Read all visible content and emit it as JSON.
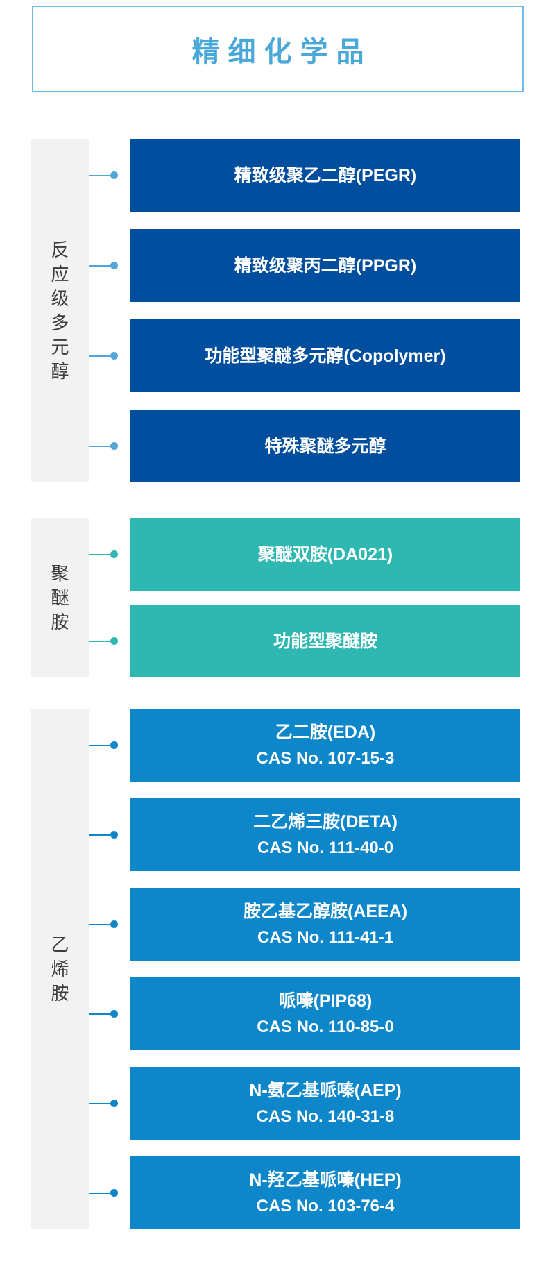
{
  "title": {
    "text": "精细化学品",
    "text_color": "#4aa7da",
    "border_color": "#6fbde6"
  },
  "colors": {
    "category_label_bg": "#f2f2f2",
    "category_label_text": "#3d3d3d",
    "dark_blue": "#004e9d",
    "teal": "#2fb7b1",
    "medium_blue": "#0e87ca",
    "connector_light_blue": "#55a6d8"
  },
  "categories": [
    {
      "label": "反应级多元醇",
      "item_color": "#004e9d",
      "connector_color": "#55a6d8",
      "items": [
        {
          "name": "精致级聚乙二醇(PEGR)"
        },
        {
          "name": "精致级聚丙二醇(PPGR)"
        },
        {
          "name": "功能型聚醚多元醇(Copolymer)"
        },
        {
          "name": "特殊聚醚多元醇"
        }
      ]
    },
    {
      "label": "聚醚胺",
      "item_color": "#2fb7b1",
      "connector_color": "#2fb7b1",
      "items": [
        {
          "name": "聚醚双胺(DA021)"
        },
        {
          "name": "功能型聚醚胺"
        }
      ]
    },
    {
      "label": "乙烯胺",
      "item_color": "#0e87ca",
      "connector_color": "#0e87ca",
      "items": [
        {
          "name": "乙二胺(EDA)",
          "cas": "CAS No. 107-15-3"
        },
        {
          "name": "二乙烯三胺(DETA)",
          "cas": "CAS No. 111-40-0"
        },
        {
          "name": "胺乙基乙醇胺(AEEA)",
          "cas": "CAS No. 111-41-1"
        },
        {
          "name": "哌嗪(PIP68)",
          "cas": "CAS No. 110-85-0"
        },
        {
          "name": "N-氨乙基哌嗪(AEP)",
          "cas": "CAS No. 140-31-8"
        },
        {
          "name": "N-羟乙基哌嗪(HEP)",
          "cas": "CAS No. 103-76-4"
        }
      ]
    }
  ]
}
